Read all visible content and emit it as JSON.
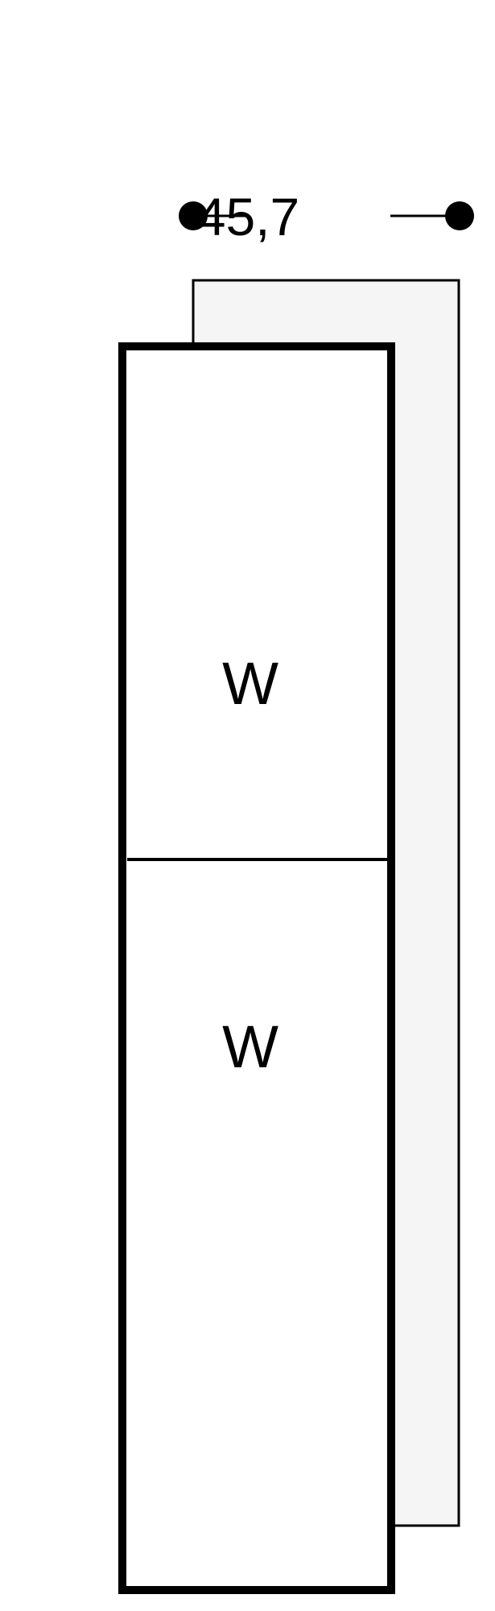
{
  "dimension": {
    "width_label": "45,7"
  },
  "cabinet": {
    "upper_compartment_label": "W",
    "lower_compartment_label": "W"
  },
  "colors": {
    "stroke": "#000000",
    "back_panel_fill": "#f5f5f5",
    "front_fill": "#ffffff"
  }
}
